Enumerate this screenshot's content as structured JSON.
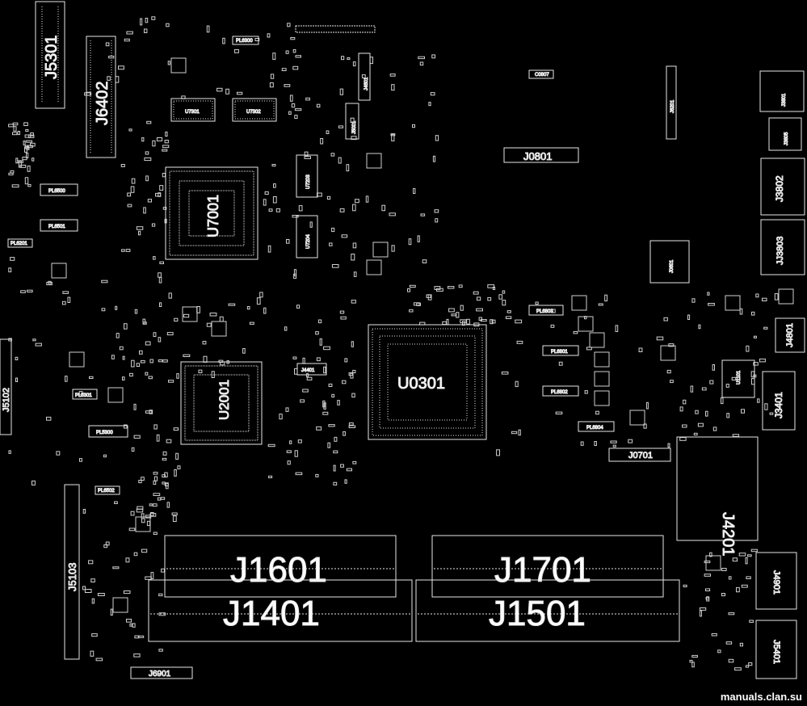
{
  "board_labels": {
    "J5301": "J5301",
    "J6402": "J6402",
    "U7001": "U7001",
    "U7301": "U7301",
    "U7302": "U7302",
    "U7203": "U7203",
    "U7204": "U7204",
    "J4601": "J4601",
    "J5001": "J5001",
    "J0801": "J0801",
    "J6201": "J6201",
    "J3801": "J3801",
    "J3805": "J3805",
    "J3802": "J3802",
    "JJ3803": "JJ3803",
    "J0601": "J0601",
    "J4801": "J4801",
    "U2001": "U2001",
    "U0301": "U0301",
    "J4401": "J4401",
    "J5102": "J5102",
    "J5103": "J5103",
    "J0701": "J0701",
    "J4201": "J4201",
    "J3401": "J3401",
    "J1601": "J1601",
    "J1401": "J1401",
    "J1701": "J1701",
    "J1501": "J1501",
    "J4901": "J4901",
    "J5401": "J5401",
    "J6901": "J6901",
    "U1101": "U1101",
    "PL6500": "PL6500",
    "PL6501": "PL6501",
    "PL5301": "PL5301",
    "PL5300": "PL5300",
    "PL6803": "PL6803",
    "PL6802": "PL6802",
    "PL6801": "PL6801",
    "PL6804": "PL6804",
    "PL6300": "PL6300",
    "PL6201": "PL6201",
    "PL6502": "PL6502",
    "C0807": "C0807"
  },
  "watermark": "manuals.clan.su"
}
